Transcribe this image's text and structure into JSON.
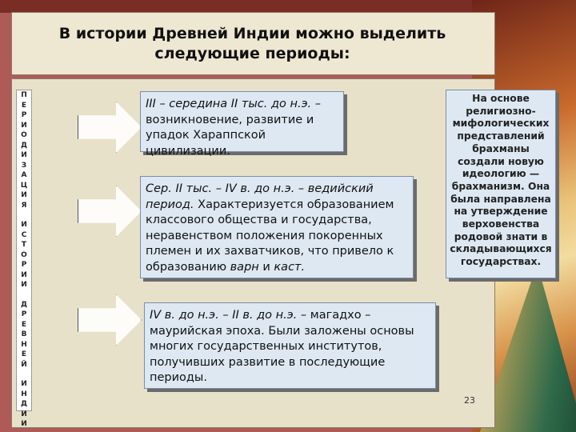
{
  "title": {
    "line1": "В истории Древней Индии можно выделить",
    "line2": "следующие периоды:"
  },
  "vertical_label": [
    "П",
    "Е",
    "Р",
    "И",
    "О",
    "Д",
    "И",
    "З",
    "А",
    "Ц",
    "И",
    "Я",
    "",
    "И",
    "С",
    "Т",
    "О",
    "Р",
    "И",
    "И",
    "",
    "Д",
    "Р",
    "Е",
    "В",
    "Н",
    "Е",
    "Й",
    "",
    "И",
    "Н",
    "Д",
    "И",
    "И"
  ],
  "period1": {
    "italic": "III – середина II тыс. до н.э. –",
    "rest": "возникновение, развитие и упадок Хараппской цивилизации."
  },
  "period2": {
    "italic": "Сер. II тыс. – IV в. до н.э. – ведийский период.",
    "rest_a": "Характеризуется образованием классового общества и государства, неравенством положения покоренных племен и их захватчиков, что привело к образованию",
    "italic_b": "варн",
    "and": "и",
    "italic_c": "каст."
  },
  "period3": {
    "italic": "IV в. до н.э. – II в. до н.э. –",
    "rest": "магадхо – маурийская эпоха. Были заложены основы многих государственных институтов, получивших развитие в последующие периоды."
  },
  "side_note": {
    "before": "На основе религиозно-мифологических представлений брахманы создали новую идеологию —",
    "bold": "брахманизм.",
    "after": "Она была направлена на утверждение верховенства родовой знати в складывающихся государствах."
  },
  "page_number": "23"
}
